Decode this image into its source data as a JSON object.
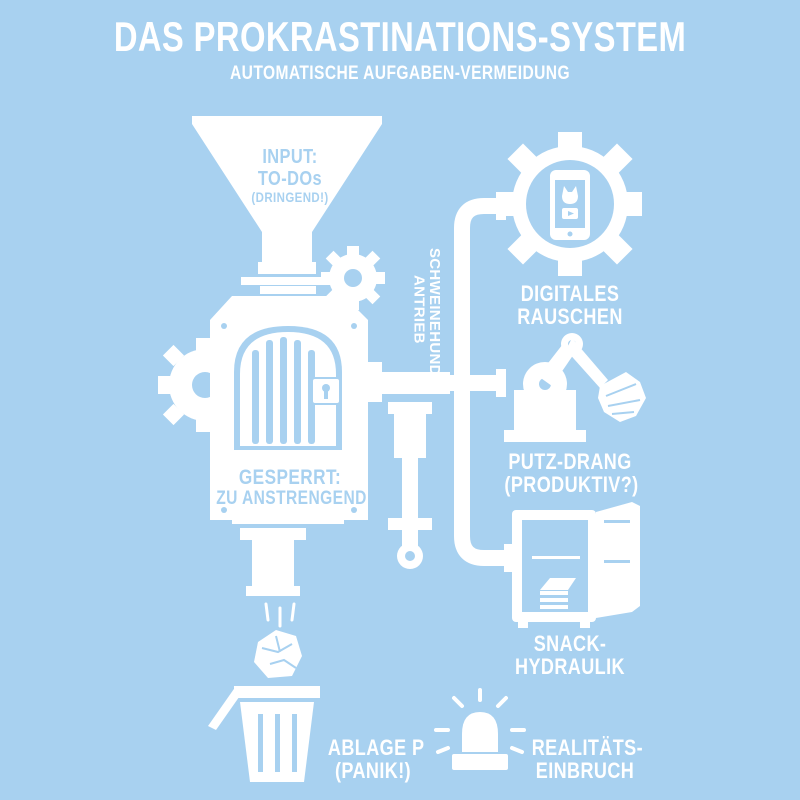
{
  "title": "DAS PROKRASTINATIONS-SYSTEM",
  "subtitle": "AUTOMATISCHE AUFGABEN-VERMEIDUNG",
  "input": {
    "line1": "INPUT:",
    "line2": "TO-DOs",
    "line3": "(DRINGEND!)"
  },
  "gate": {
    "line1": "GESPERRT:",
    "line2": "ZU ANSTRENGEND"
  },
  "drive": "SCHWEINEHUND-ANTRIEB",
  "outputs": {
    "digital": {
      "line1": "DIGITALES",
      "line2": "RAUSCHEN"
    },
    "cleaning": {
      "line1": "PUTZ-DRANG",
      "line2": "(PRODUKTIV?)"
    },
    "snack": {
      "line1": "SNACK-",
      "line2": "HYDRAULIK"
    }
  },
  "bin": {
    "line1": "ABLAGE P",
    "line2": "(PANIK!)"
  },
  "alarm": {
    "line1": "REALITÄTS-",
    "line2": "EINBRUCH"
  },
  "colors": {
    "background": "#a8d1f0",
    "foreground": "#ffffff"
  }
}
